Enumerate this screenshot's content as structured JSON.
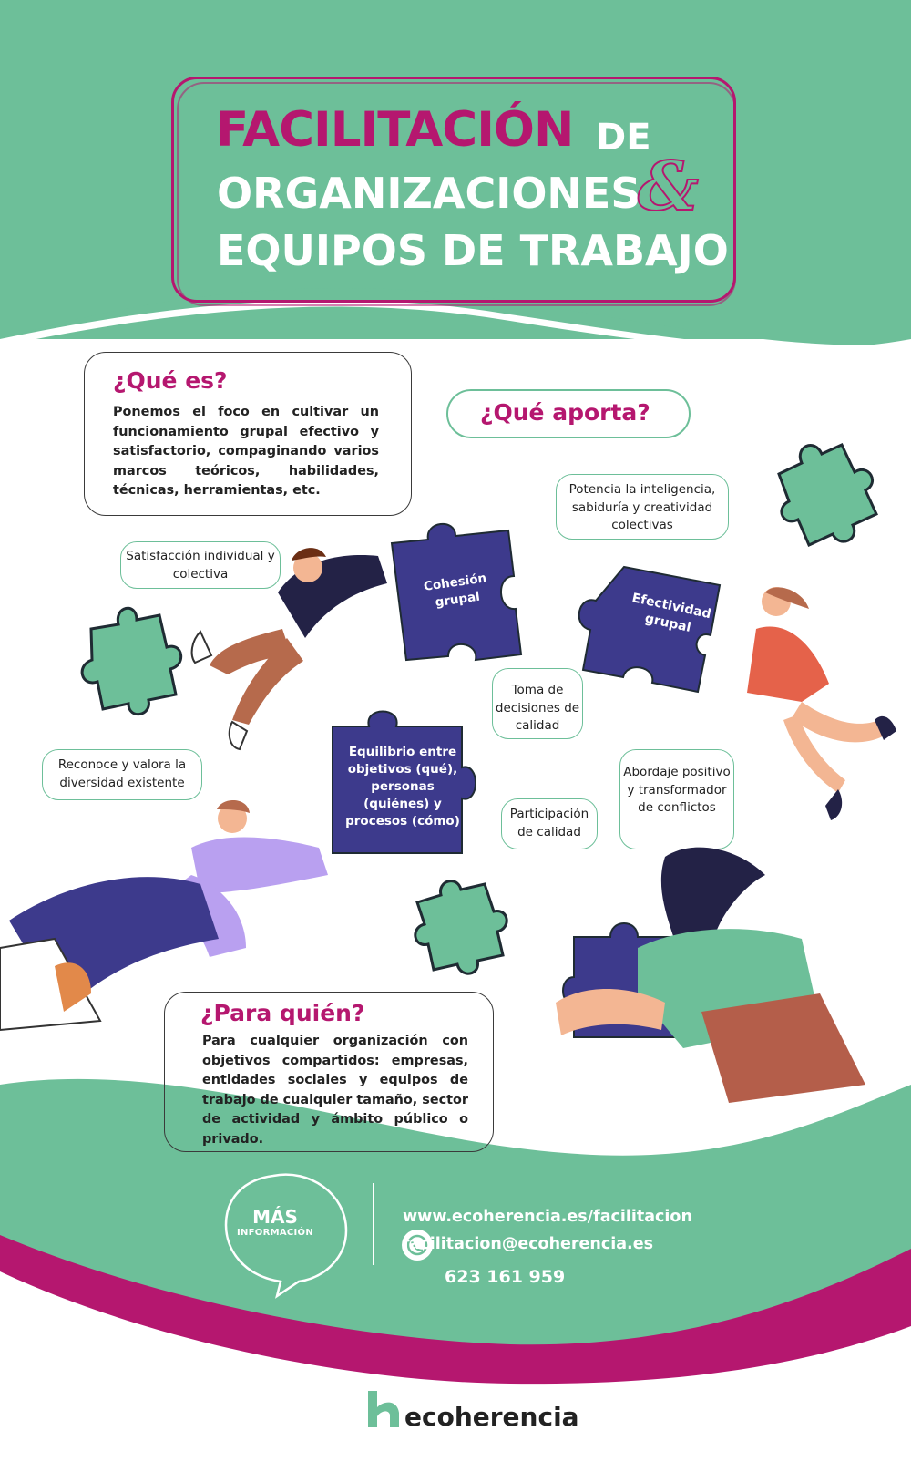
{
  "header": {
    "title_word_1": "FACILITACIÓN",
    "title_word_2": "DE",
    "title_line_2": "ORGANIZACIONES",
    "ampersand": "&",
    "title_line_3": "EQUIPOS DE TRABAJO"
  },
  "que_es": {
    "heading": "¿Qué es?",
    "body": "Ponemos el foco en cultivar un funcionamiento grupal efectivo y satisfactorio, compaginando varios marcos teóricos, habilidades, técnicas, herramientas, etc."
  },
  "que_aporta": {
    "heading": "¿Qué aporta?"
  },
  "benefits": {
    "inteligencia": "Potencia la inteligencia, sabiduría y creatividad colectivas",
    "satisfaccion": "Satisfacción individual y colectiva",
    "decisiones": "Toma de decisiones de calidad",
    "diversidad": "Reconoce y valora la diversidad existente",
    "participacion": "Participación de calidad",
    "conflictos": "Abordaje positivo y transformador de conflictos"
  },
  "puzzles": {
    "cohesion": "Cohesión grupal",
    "efectividad": "Efectividad grupal",
    "equilibrio": "Equilibrio entre objetivos (qué), personas (quiénes) y procesos (cómo)"
  },
  "para_quien": {
    "heading": "¿Para quién?",
    "body": "Para cualquier organización con objetivos compartidos: empresas, entidades sociales y equipos de trabajo de cualquier tamaño, sector de actividad y ámbito público o privado."
  },
  "footer": {
    "mas": "MÁS",
    "informacion": "INFORMACIÓN",
    "website": "www.ecoherencia.es/facilitacion",
    "email": "facilitacion@ecoherencia.es",
    "phone": "623 161 959",
    "brand": "ecoherencia"
  },
  "colors": {
    "green": "#6dbf99",
    "magenta": "#b5176f",
    "purple": "#3d3a8c",
    "white": "#ffffff"
  }
}
